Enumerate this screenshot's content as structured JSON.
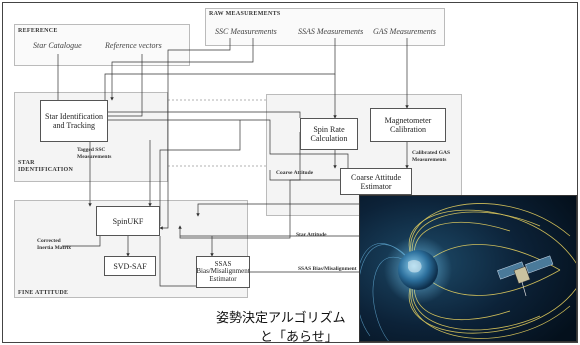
{
  "sections": {
    "reference": "REFERENCE",
    "raw_measurements": "RAW MEASUREMENTS",
    "star_identification": "STAR\nIDENTIFICATION",
    "fine_attitude": "FINE ATTITUDE"
  },
  "inputs": {
    "star_catalogue": "Star Catalogue",
    "reference_vectors": "Reference vectors",
    "ssc_measurements": "SSC Measurements",
    "ssas_measurements": "SSAS Measurements",
    "gas_measurements": "GAS Measurements"
  },
  "blocks": {
    "star_id": "Star Identification\nand Tracking",
    "spin_rate": "Spin Rate\nCalculation",
    "magnetometer": "Magnetometer\nCalibration",
    "coarse_estimator": "Coarse Attitude\nEstimator",
    "spin_ukf": "SpinUKF",
    "svd_saf": "SVD-SAF",
    "ssas_bias": "SSAS\nBias/Misalignment\nEstimator"
  },
  "labels": {
    "tagged_ssc": "Tagged SSC\nMeasurements",
    "calibrated_gas": "Calibrated GAS\nMeasurements",
    "coarse_attitude": "Coarse Attitude",
    "star_attitude": "Star Attitude",
    "corrected_inertia": "Corrected\nInertia Matrix",
    "ssas_bias_misalign": "SSAS Bias/Misalignment"
  },
  "caption": {
    "line1": "姿勢決定アルゴリズム",
    "line2": "と「あらせ」"
  },
  "colors": {
    "region_fill": "#f4f4f4",
    "space_background": "#0a1a2e",
    "field_lines": "#f0d860",
    "earth_glow": "#4aa8d8"
  }
}
